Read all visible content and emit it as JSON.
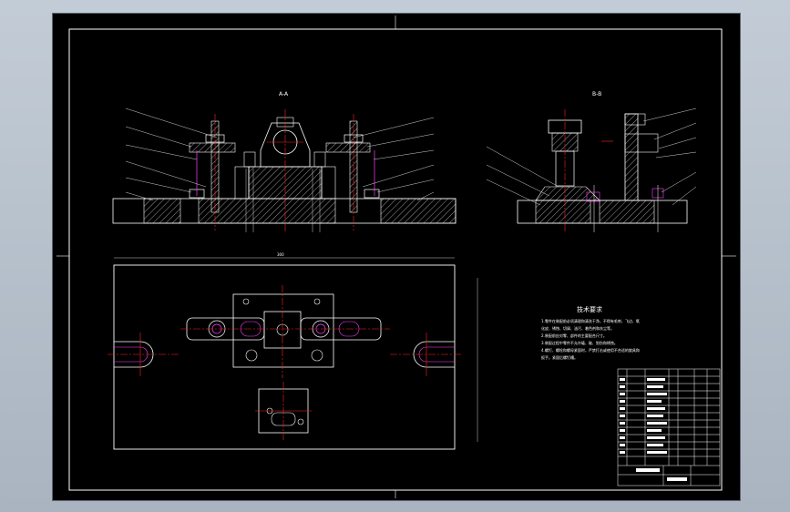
{
  "drawing": {
    "section_a_title": "A-A",
    "section_b_title": "B-B",
    "notes_title": "技术要求",
    "notes": [
      "1.零件在装配前必须清理和清洗干净，不得有毛刺、飞边、氧",
      "化皮、锈蚀、切屑、油污、着色剂和灰尘等。",
      "2.装配前应对零、部件的主要配合尺寸。",
      "3.装配过程中零件不允许磕、碰、划伤和锈蚀。",
      "4.螺钉、螺栓和螺母紧固时，严禁打击或使用不合适的旋具和",
      "扳手。紧固后螺钉槽。"
    ],
    "dimension_overall": "300",
    "colors": {
      "background": "#000000",
      "lines": "#ffffff",
      "centerlines": "#ff2020",
      "hidden": "#ff40ff",
      "leaders": "#d0d0d0"
    }
  }
}
